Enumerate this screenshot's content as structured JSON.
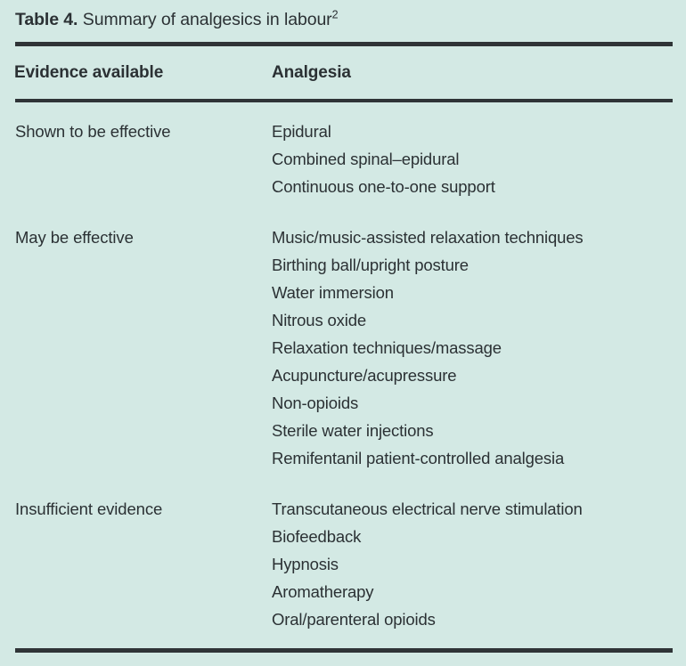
{
  "caption": {
    "label": "Table 4.",
    "text": "Summary of analgesics in labour",
    "superscript": "2"
  },
  "colors": {
    "background": "#d3e9e4",
    "rule": "#2f3437",
    "text": "#2b3134"
  },
  "table": {
    "columns": [
      {
        "header": "Evidence available"
      },
      {
        "header": "Analgesia"
      }
    ],
    "groups": [
      {
        "label": "Shown to be effective",
        "items": [
          "Epidural",
          "Combined spinal–epidural",
          "Continuous one-to-one support"
        ]
      },
      {
        "label": "May be effective",
        "items": [
          "Music/music-assisted relaxation techniques",
          "Birthing ball/upright posture",
          "Water immersion",
          "Nitrous oxide",
          "Relaxation techniques/massage",
          "Acupuncture/acupressure",
          "Non-opioids",
          "Sterile water injections",
          "Remifentanil patient-controlled analgesia"
        ]
      },
      {
        "label": "Insufficient evidence",
        "items": [
          "Transcutaneous electrical nerve stimulation",
          "Biofeedback",
          "Hypnosis",
          "Aromatherapy",
          "Oral/parenteral opioids"
        ]
      }
    ]
  }
}
